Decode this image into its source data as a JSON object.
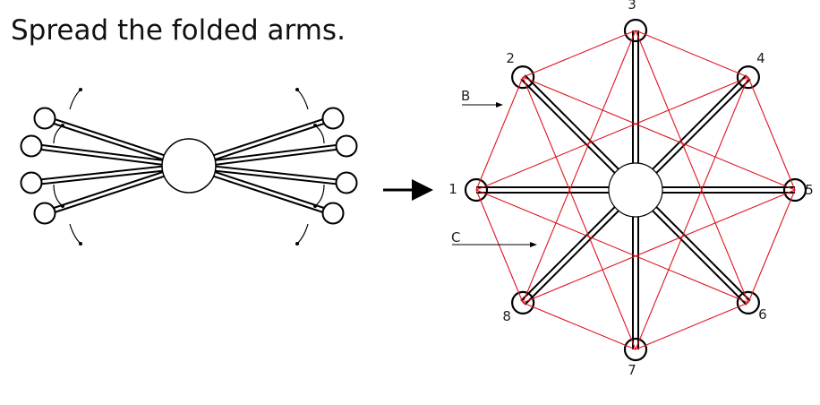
{
  "title": "Spread the folded arms.",
  "node_labels": [
    "1",
    "2",
    "3",
    "4",
    "5",
    "6",
    "7",
    "8"
  ],
  "section_labels": {
    "b": "B",
    "c": "C"
  },
  "colors": {
    "arms": "#000000",
    "bracing": "#e0141e"
  }
}
